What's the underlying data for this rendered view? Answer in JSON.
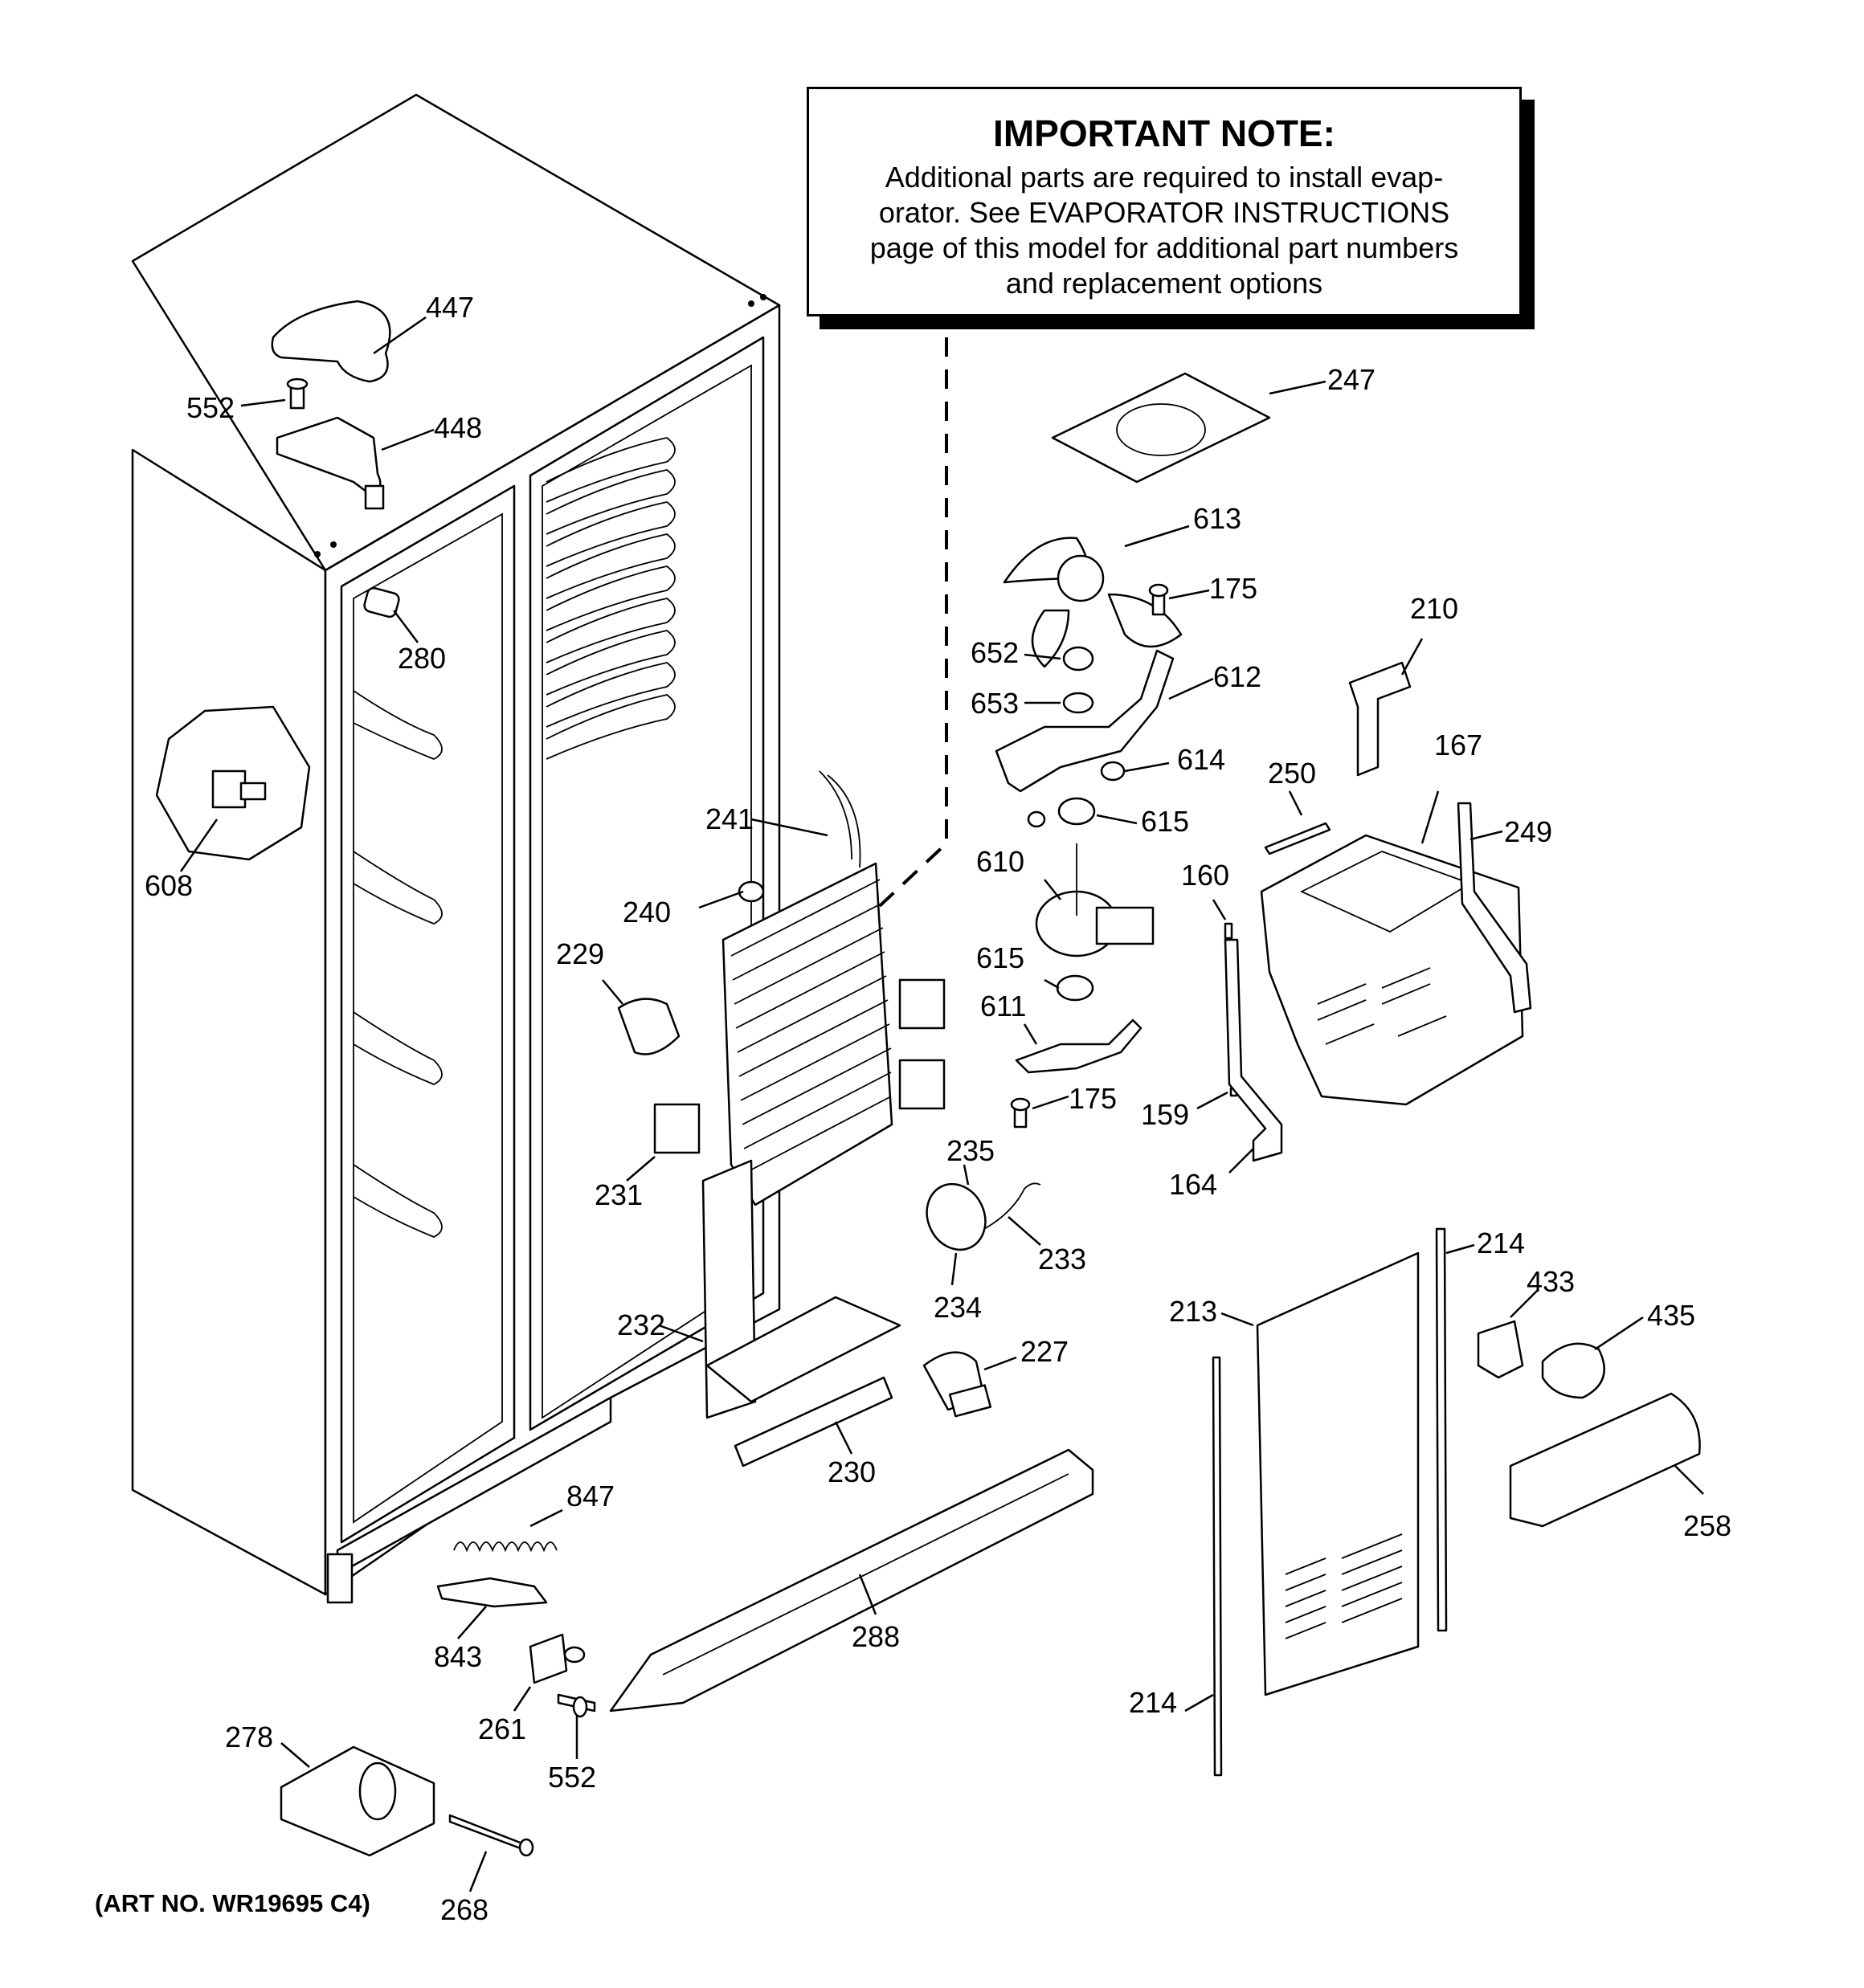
{
  "note": {
    "title": "IMPORTANT NOTE:",
    "line1": "Additional parts are required to install evap-",
    "line2": "orator.  See EVAPORATOR INSTRUCTIONS",
    "line3": "page of this model for additional part numbers",
    "line4": "and replacement options"
  },
  "art_number": "(ART NO. WR19695 C4)",
  "callouts": {
    "c447": "447",
    "c552a": "552",
    "c448": "448",
    "c280": "280",
    "c608": "608",
    "c241": "241",
    "c240": "240",
    "c229": "229",
    "c231": "231",
    "c232": "232",
    "c230": "230",
    "c247": "247",
    "c613": "613",
    "c175a": "175",
    "c652": "652",
    "c612": "612",
    "c653": "653",
    "c614": "614",
    "c615a": "615",
    "c610": "610",
    "c615b": "615",
    "c611": "611",
    "c175b": "175",
    "c235": "235",
    "c233": "233",
    "c234": "234",
    "c227": "227",
    "c210": "210",
    "c167": "167",
    "c250": "250",
    "c249": "249",
    "c160": "160",
    "c159": "159",
    "c164": "164",
    "c214a": "214",
    "c213": "213",
    "c433": "433",
    "c435": "435",
    "c258": "258",
    "c214b": "214",
    "c847": "847",
    "c843": "843",
    "c288": "288",
    "c261": "261",
    "c552b": "552",
    "c278": "278",
    "c268": "268"
  }
}
